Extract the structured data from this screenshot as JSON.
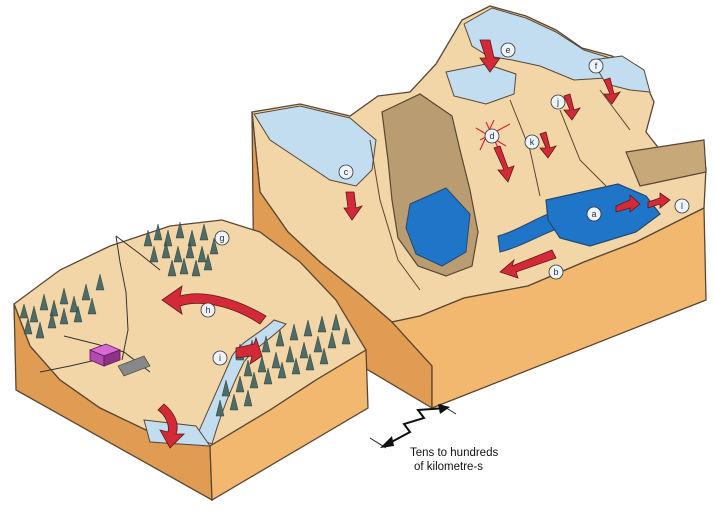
{
  "diagram": {
    "scale_caption": [
      "Tens to hundreds",
      "of kilometre-s"
    ],
    "markers_left": [
      "g",
      "h",
      "i"
    ],
    "markers_right": [
      "a",
      "b",
      "c",
      "d",
      "e",
      "f",
      "j",
      "k",
      "l"
    ]
  },
  "colors": {
    "terrain": "#f3d6a8",
    "block_front": "#f2b870",
    "block_side": "#e09c52",
    "snow": "#c2dcf0",
    "water": "#1f76c8",
    "arrow": "#d42a38",
    "tree": "#4e6b66",
    "building": "#b24ab0"
  }
}
